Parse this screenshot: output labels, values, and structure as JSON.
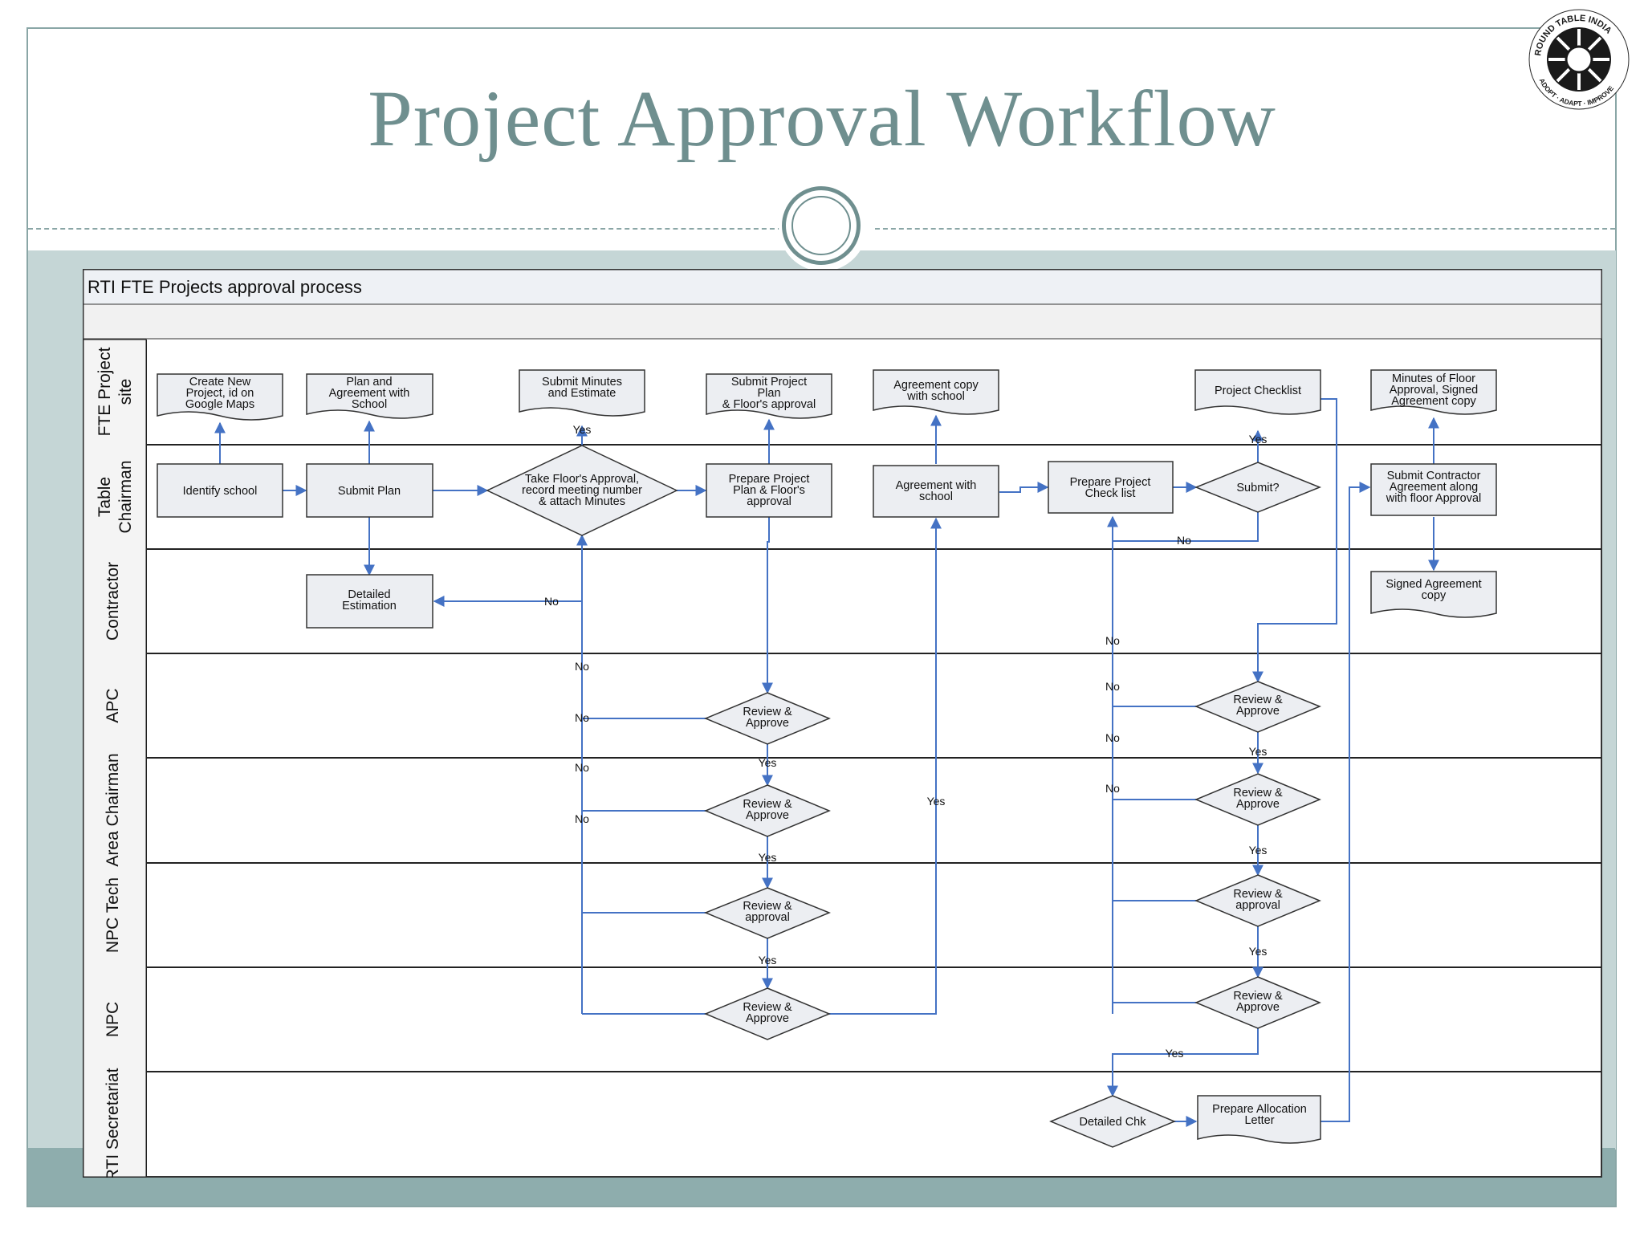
{
  "slide": {
    "title": "Project Approval Workflow",
    "logo": {
      "icon": "round-table-india-logo",
      "text_top": "ROUND TABLE INDIA",
      "text_bottom": "ADOPT · ADAPT · IMPROVE"
    }
  },
  "diagram": {
    "title": "RTI FTE Projects approval process",
    "lanes": [
      "FTE Project site",
      "Table Chairman",
      "Contractor",
      "APC",
      "Area Chairman",
      "NPC Tech",
      "NPC",
      "RTI Secretariat"
    ],
    "nodes": {
      "create_project": "Create New Project, id on Google Maps",
      "plan_agreement": "Plan and Agreement with School",
      "submit_minutes": "Submit Minutes and Estimate",
      "submit_project_plan": "Submit Project Plan & Floor's approval",
      "agreement_copy": "Agreement copy with school",
      "project_checklist": "Project Checklist",
      "minutes_floor": "Minutes of Floor Approval, Signed Agreement copy",
      "identify_school": "Identify school",
      "submit_plan": "Submit Plan",
      "take_floor_approval": "Take Floor's Approval, record meeting number & attach Minutes",
      "prepare_project_plan": "Prepare Project Plan & Floor's approval",
      "agreement_with_school": "Agreement with school",
      "prepare_checklist": "Prepare Project Check list",
      "submit_decision": "Submit?",
      "submit_contractor": "Submit Contractor Agreement along with floor Approval",
      "detailed_estimation": "Detailed Estimation",
      "signed_agreement": "Signed Agreement copy",
      "apc_review_1": "Review & Approve",
      "area_review_1": "Review & Approve",
      "npctech_review_1": "Review & approval",
      "npc_review_1": "Review & Approve",
      "apc_review_2": "Review & Approve",
      "area_review_2": "Review & Approve",
      "npctech_review_2": "Review & approval",
      "npc_review_2": "Review & Approve",
      "detailed_chk": "Detailed Chk",
      "allocation_letter": "Prepare Allocation Letter"
    },
    "edge_labels": {
      "yes": "Yes",
      "no": "No"
    }
  }
}
